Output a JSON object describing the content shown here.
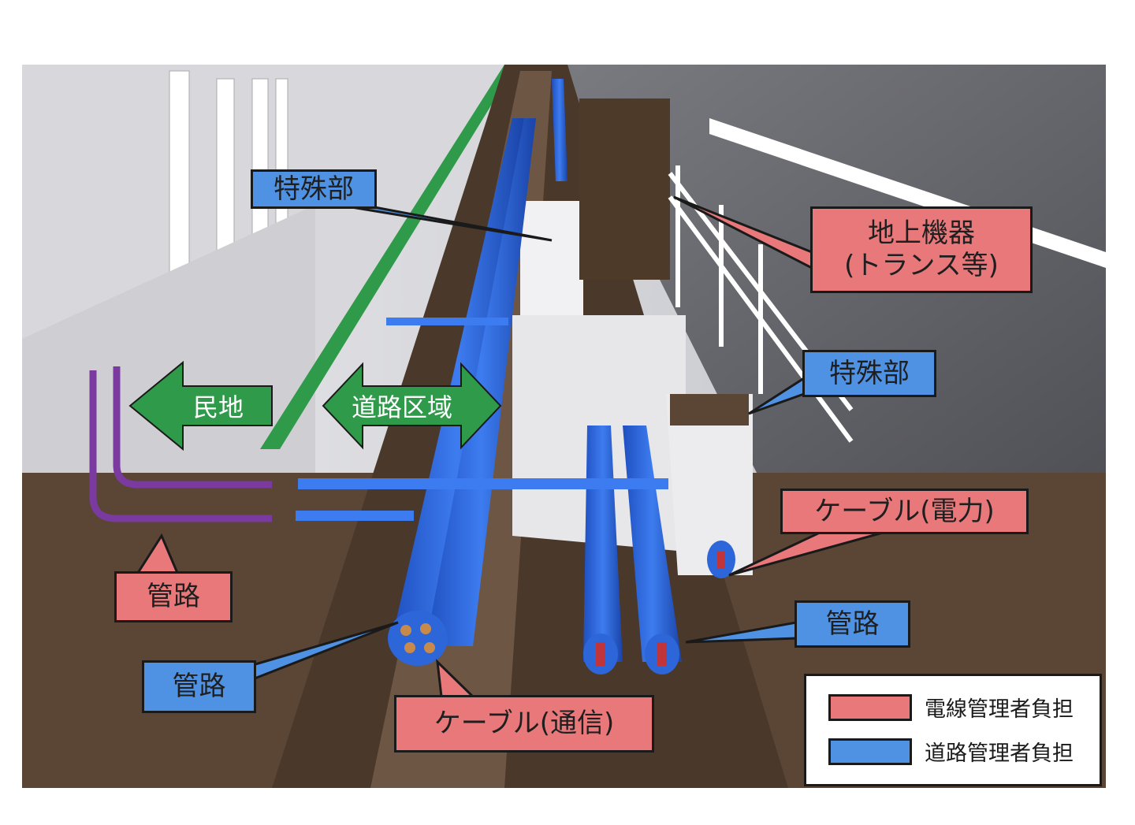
{
  "labels": {
    "special_section_left": "特殊部",
    "ground_equipment": "地上機器",
    "ground_equipment_sub": "(トランス等)",
    "special_section_right": "特殊部",
    "private_land": "民地",
    "road_area": "道路区域",
    "cable_power": "ケーブル(電力)",
    "conduit_pink": "管路",
    "conduit_blue_right": "管路",
    "conduit_blue_left": "管路",
    "cable_telecom": "ケーブル(通信)"
  },
  "legend": [
    {
      "label": "電線管理者負担",
      "color": "#e8787a"
    },
    {
      "label": "道路管理者負担",
      "color": "#4f92e3"
    }
  ],
  "colors": {
    "pink": "#e8787a",
    "blue": "#4f92e3",
    "green": "#2e9a4a",
    "soil": "#5b4636",
    "purple": "#7a3aa0"
  }
}
